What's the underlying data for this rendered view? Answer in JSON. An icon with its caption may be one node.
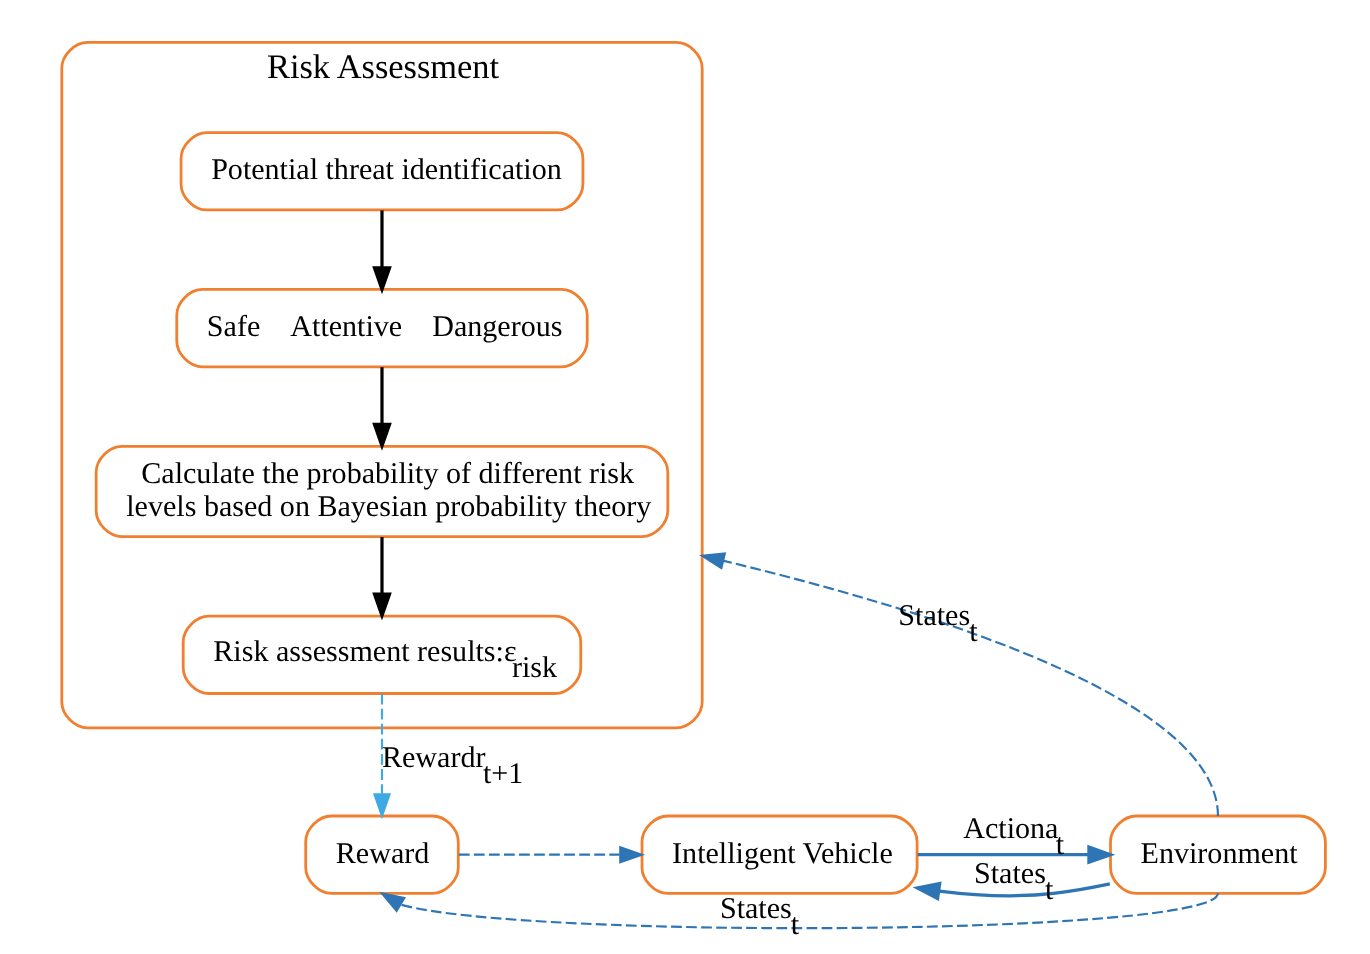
{
  "diagram": {
    "nodes": [
      {
        "text": [
          "Risk Assessment"
        ]
      },
      {
        "text": [
          "Potential threat identification"
        ],
        "in": 0
      },
      {
        "text": [
          "Safe    Attentive    Dangerous"
        ],
        "in": 0
      },
      {
        "text": [
          "Calculate the probability of different risk levels based on Bayesian probability theory"
        ],
        "in": 0
      },
      {
        "text": [
          "Risk assessment results:ε$_{risk}$"
        ],
        "in": 0
      },
      {
        "text": [
          "Reward"
        ]
      },
      {
        "text": [
          "Intelligent Vehicle"
        ]
      },
      {
        "text": [
          "Environment"
        ]
      }
    ],
    "edges": [
      {
        "from": 1,
        "to": 2,
        "arrow": "to",
        "color": "#000000"
      },
      {
        "from": 2,
        "to": 3,
        "arrow": "to",
        "color": "#000000"
      },
      {
        "from": 3,
        "to": 4,
        "arrow": "to",
        "color": "#000000"
      },
      {
        "from": 4,
        "to": 5,
        "arrow": "to",
        "style": "dashed",
        "color": "#3fa9e6",
        "label": "Rewardr$_{t+1}$"
      },
      {
        "from": 5,
        "to": 6,
        "arrow": "to",
        "style": "dashed"
      },
      {
        "from": 7,
        "to": 0,
        "arrow": "to",
        "style": "dashed",
        "label": "States$_{t}$"
      },
      {
        "from": 7,
        "to": 5,
        "arrow": "to",
        "style": "dashed",
        "label": "States$_{t}$"
      },
      {
        "from": 6,
        "to": 7,
        "arrow": "to",
        "label": "Actiona$_{t}$"
      },
      {
        "from": 7,
        "to": 6,
        "arrow": "to",
        "label": "States$_{t}$"
      }
    ]
  }
}
